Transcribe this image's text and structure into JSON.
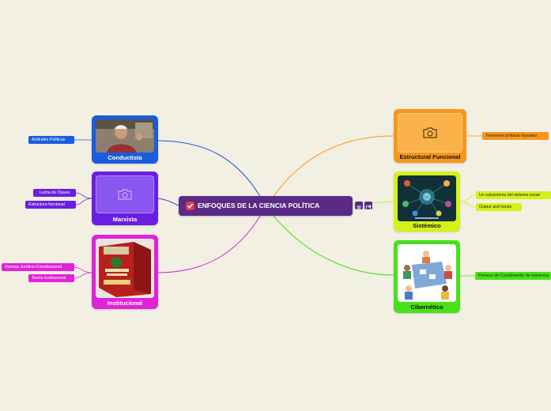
{
  "root": {
    "title": "ENFOQUES DE LA CIENCIA POLÍTICA",
    "icon": "check-icon"
  },
  "branches": {
    "conductista": {
      "label": "Conductista",
      "color": "#1a5ce0",
      "leaves": [
        "Actitudes Políticas"
      ]
    },
    "marxista": {
      "label": "Marxista",
      "color": "#6a1fe0",
      "leaves": [
        "Lucha de Clases",
        "Estructura funcional"
      ]
    },
    "institucional": {
      "label": "Institucional",
      "color": "#e022d8",
      "leaves": [
        "Normas Jurídico-Constitucional",
        "Teoría Institucional"
      ]
    },
    "estructural": {
      "label": "Estructural Funcional",
      "color": "#f7971a",
      "leaves": [
        "Tensiones políticas-Sociales"
      ]
    },
    "sistemico": {
      "label": "Sistémico",
      "color": "#d4f21a",
      "leaves": [
        "Un subsistema del sistema social",
        "Output and Inputs"
      ]
    },
    "cibernetico": {
      "label": "Cibernético",
      "color": "#48e01a",
      "leaves": [
        "Proceso de Coordinación de esfuerzos"
      ]
    }
  },
  "icons": {
    "camera": "camera-icon",
    "list": "list-icon",
    "open": "open-icon"
  }
}
